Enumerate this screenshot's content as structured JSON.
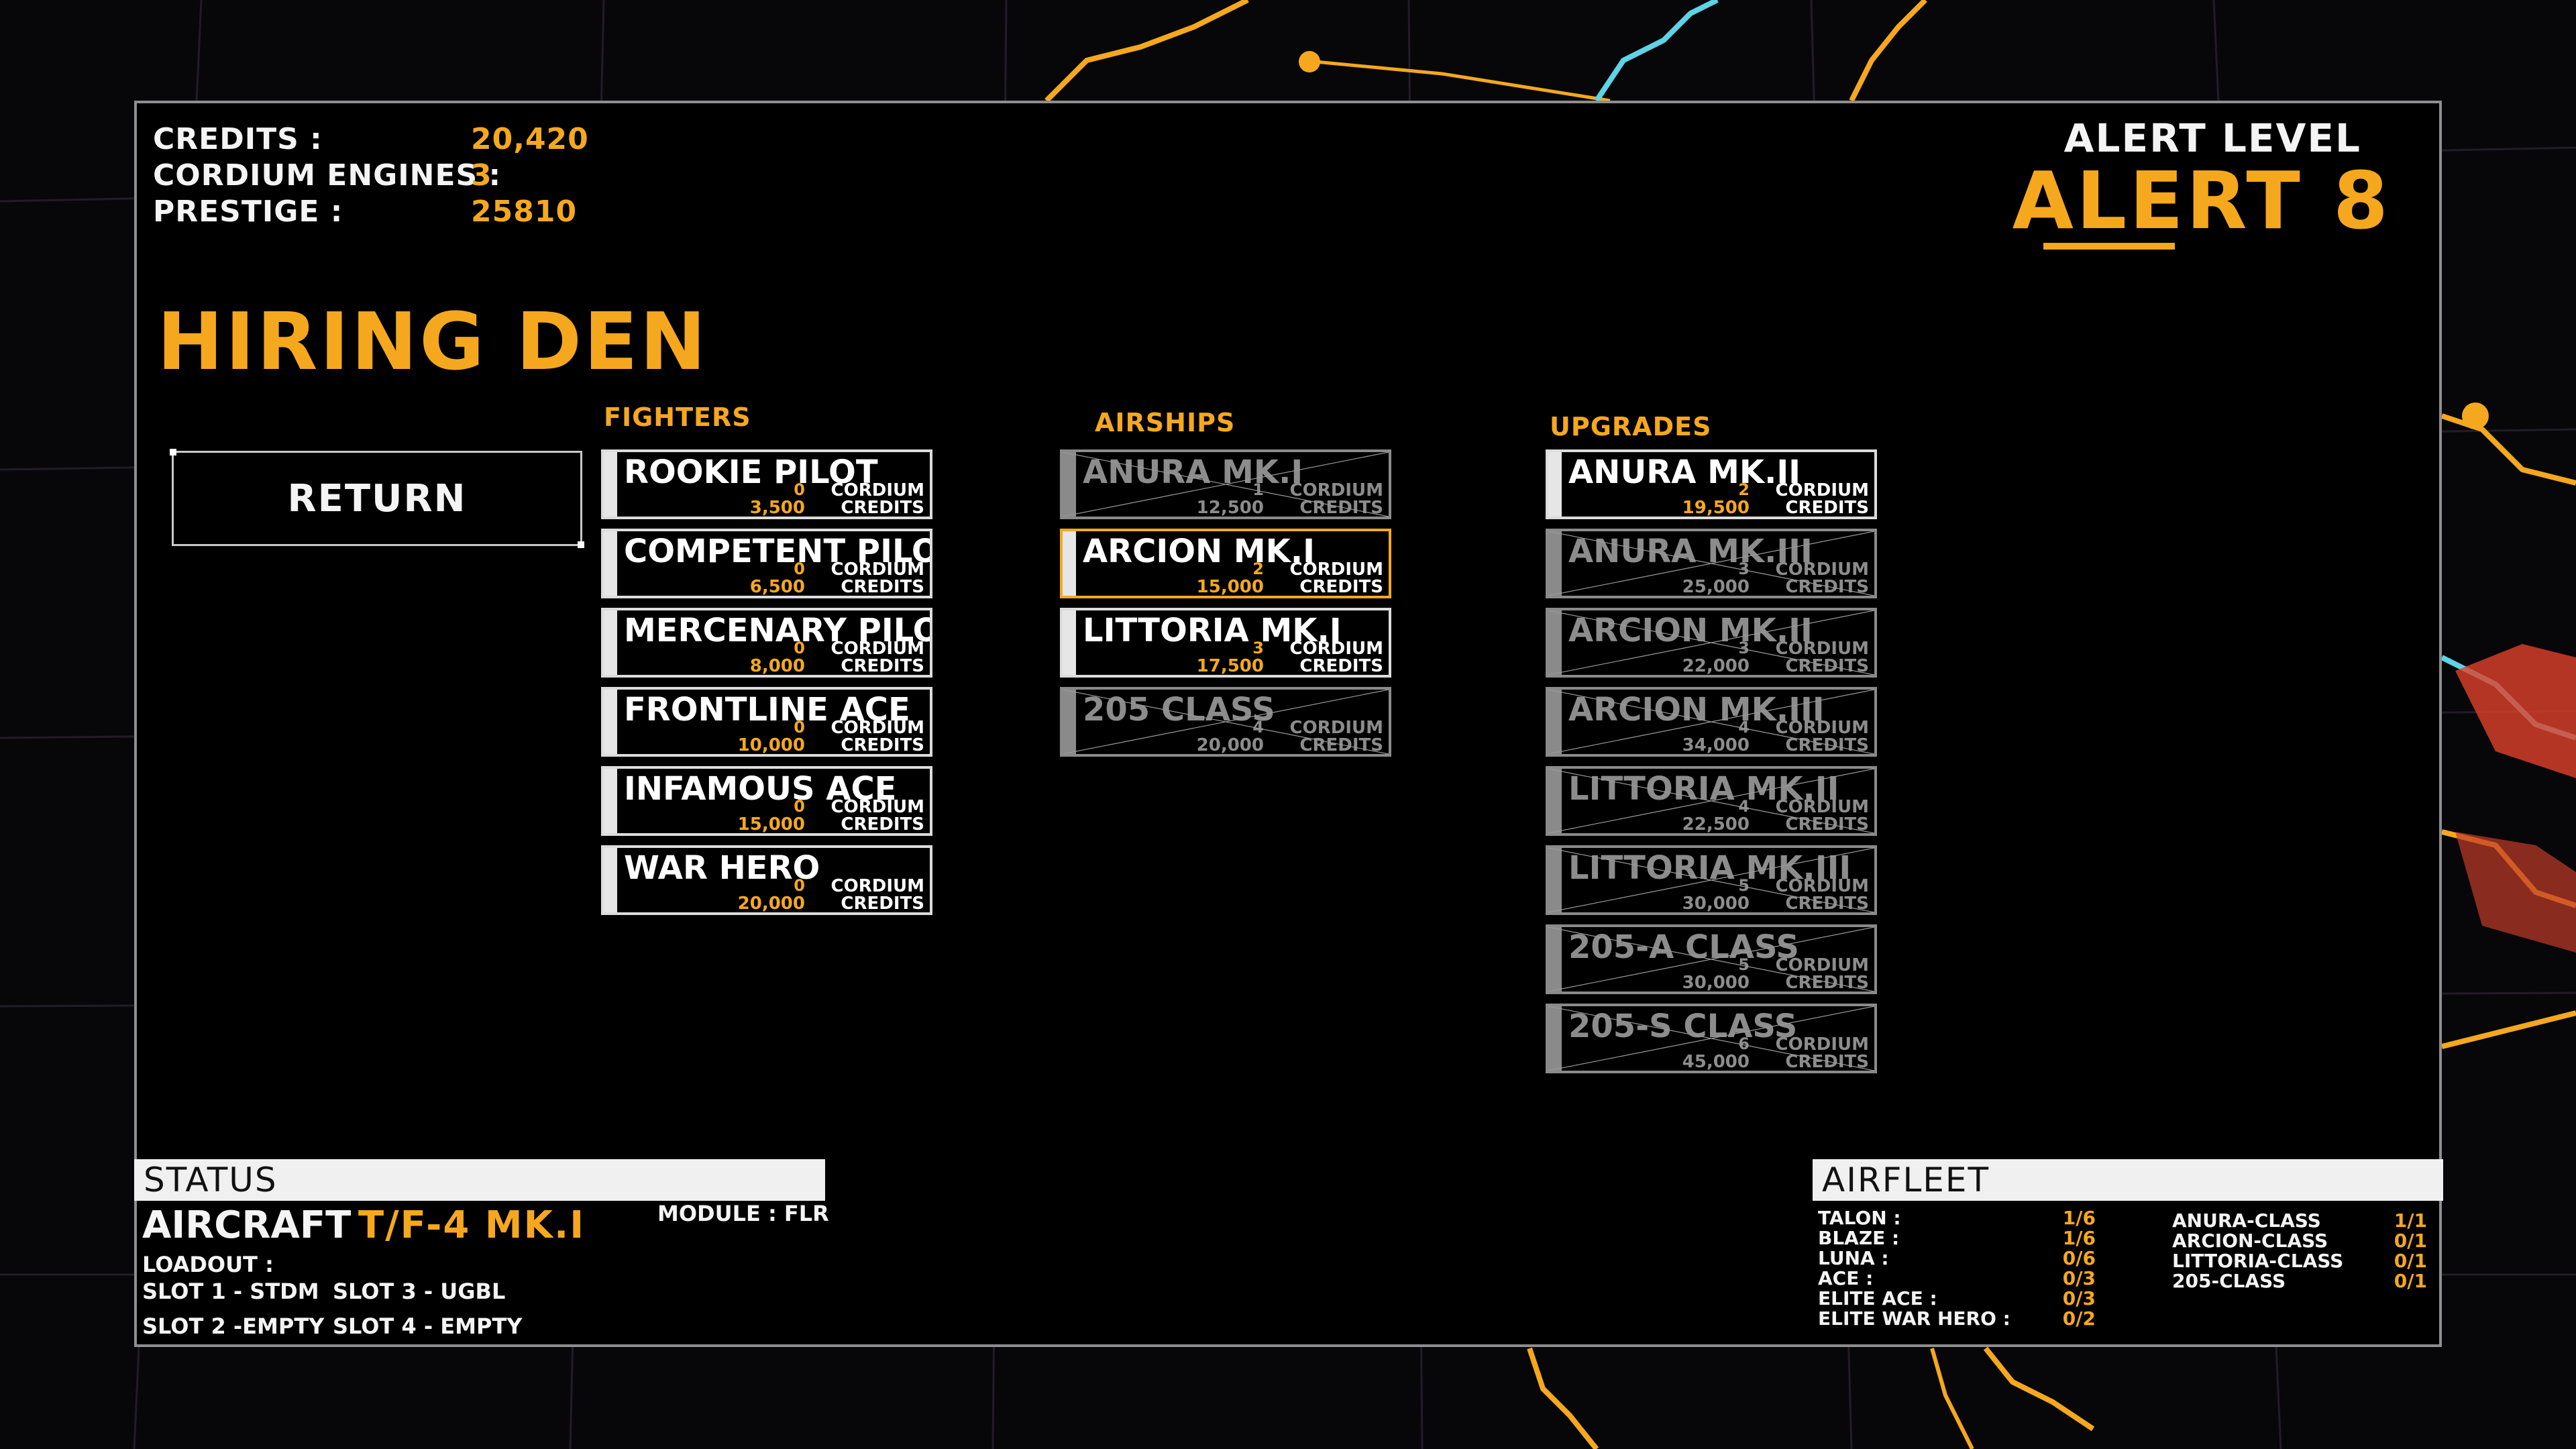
{
  "resources": {
    "credits_label": "CREDITS :",
    "credits_value": "20,420",
    "engines_label": "CORDIUM ENGINES :",
    "engines_value": "3",
    "prestige_label": "PRESTIGE :",
    "prestige_value": "25810"
  },
  "alert": {
    "label": "ALERT LEVEL",
    "value": "ALERT 8"
  },
  "page_title": "HIRING DEN",
  "return_label": "RETURN",
  "columns": {
    "fighters": "FIGHTERS",
    "airships": "AIRSHIPS",
    "upgrades": "UPGRADES"
  },
  "card_labels": {
    "cordium": "CORDIUM",
    "credits": "CREDITS"
  },
  "fighters": [
    {
      "name": "ROOKIE PILOT",
      "cordium": "0",
      "credits": "3,500",
      "locked": false
    },
    {
      "name": "COMPETENT PILOT",
      "cordium": "0",
      "credits": "6,500",
      "locked": false
    },
    {
      "name": "MERCENARY PILOT",
      "cordium": "0",
      "credits": "8,000",
      "locked": false
    },
    {
      "name": "FRONTLINE ACE",
      "cordium": "0",
      "credits": "10,000",
      "locked": false
    },
    {
      "name": "INFAMOUS ACE",
      "cordium": "0",
      "credits": "15,000",
      "locked": false
    },
    {
      "name": "WAR HERO",
      "cordium": "0",
      "credits": "20,000",
      "locked": false
    }
  ],
  "airships": [
    {
      "name": "ANURA MK.I",
      "cordium": "1",
      "credits": "12,500",
      "locked": true
    },
    {
      "name": "ARCION MK.I",
      "cordium": "2",
      "credits": "15,000",
      "locked": false,
      "selected": true
    },
    {
      "name": "LITTORIA MK.I",
      "cordium": "3",
      "credits": "17,500",
      "locked": false
    },
    {
      "name": "205 CLASS",
      "cordium": "4",
      "credits": "20,000",
      "locked": true
    }
  ],
  "upgrades": [
    {
      "name": "ANURA MK.II",
      "cordium": "2",
      "credits": "19,500",
      "locked": false
    },
    {
      "name": "ANURA MK.III",
      "cordium": "3",
      "credits": "25,000",
      "locked": true
    },
    {
      "name": "ARCION MK.II",
      "cordium": "3",
      "credits": "22,000",
      "locked": true
    },
    {
      "name": "ARCION MK.III",
      "cordium": "4",
      "credits": "34,000",
      "locked": true
    },
    {
      "name": "LITTORIA MK.II",
      "cordium": "4",
      "credits": "22,500",
      "locked": true
    },
    {
      "name": "LITTORIA MK.III",
      "cordium": "5",
      "credits": "30,000",
      "locked": true
    },
    {
      "name": "205-A CLASS",
      "cordium": "5",
      "credits": "30,000",
      "locked": true
    },
    {
      "name": "205-S CLASS",
      "cordium": "6",
      "credits": "45,000",
      "locked": true
    }
  ],
  "status": {
    "header": "STATUS",
    "aircraft_label": "AIRCRAFT",
    "aircraft_value": "T/F-4 MK.I",
    "module": "MODULE : FLR",
    "loadout_label": "LOADOUT :",
    "slot1": "SLOT 1 - STDM",
    "slot2": "SLOT 2 -EMPTY",
    "slot3": "SLOT 3 - UGBL",
    "slot4": "SLOT 4 - EMPTY"
  },
  "airfleet": {
    "header": "AIRFLEET",
    "pilots": [
      {
        "label": "TALON :",
        "value": "1/6"
      },
      {
        "label": "BLAZE :",
        "value": "1/6"
      },
      {
        "label": "LUNA :",
        "value": "0/6"
      },
      {
        "label": "ACE :",
        "value": "0/3"
      },
      {
        "label": "ELITE ACE :",
        "value": "0/3"
      },
      {
        "label": "ELITE WAR HERO :",
        "value": "0/2"
      }
    ],
    "ships": [
      {
        "label": "ANURA-CLASS",
        "value": "1/1"
      },
      {
        "label": "ARCION-CLASS",
        "value": "0/1"
      },
      {
        "label": "LITTORIA-CLASS",
        "value": "0/1"
      },
      {
        "label": "205-CLASS",
        "value": "0/1"
      }
    ]
  },
  "colors": {
    "accent": "#f5a81e",
    "panel": "#000000",
    "border": "#8e8e8e",
    "route_cyan": "#5fd3e6",
    "route_red": "#e0412a"
  }
}
